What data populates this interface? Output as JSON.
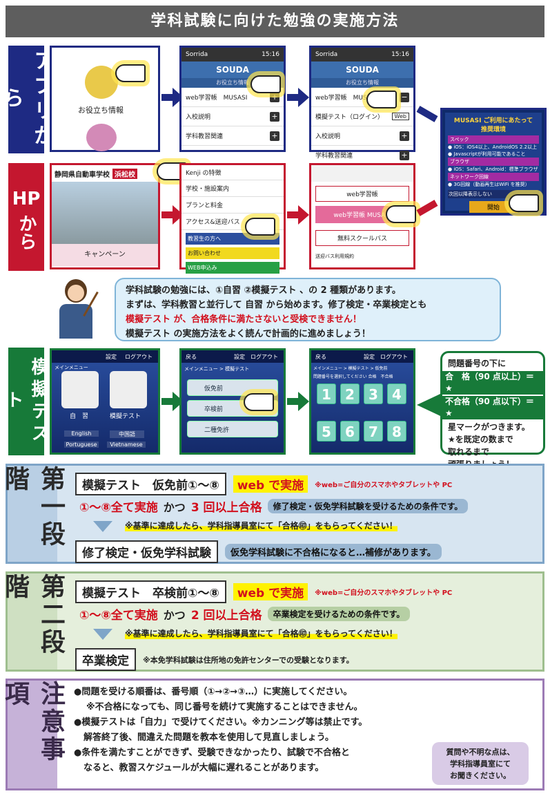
{
  "title": "学科試験に向けた勉強の実施方法",
  "labels": {
    "app": "アプリから",
    "hp_top": "HP",
    "hp_bottom": "から",
    "mogi": "模擬テスト"
  },
  "app_screens": {
    "s1_item": "お役立ち情報",
    "brand": "SOUDA",
    "status_left": "Sorrida",
    "status_time": "15:16",
    "s2_sub": "お役立ち情報",
    "s2_rows": [
      "web学習帳　MUSASI",
      "入校説明",
      "学科教習関連"
    ],
    "s3_rows": [
      "web学習帳　MUSASI",
      "模擬テスト（ログイン）",
      "入校説明",
      "学科教習関連"
    ],
    "s3_web": "Web",
    "musasi_title": "MUSASI ご利用にあたって",
    "musasi_sub": "推奨環境",
    "musasi_spec": "スペック",
    "musasi_spec1": "● iOS：iOS4以上、AndroidOS 2.2以上",
    "musasi_spec2": "● Javascriptが利用可能であること",
    "musasi_browser": "ブラウザ",
    "musasi_browser1": "● iOS：Safari、Android：標準ブラウザ",
    "musasi_net": "ネットワーク回線",
    "musasi_net1": "● 3G回線（動画再生はWiFi を推奨）",
    "musasi_skip": "次回以降表示しない",
    "musasi_start": "開始"
  },
  "hp_screens": {
    "school": "静岡県自動車学校",
    "branch": "浜松校",
    "campaign": "キャンペーン",
    "menu": [
      "Kenji の特徴",
      "学校・施設案内",
      "プランと料金",
      "アクセス&送迎バス"
    ],
    "btn_blue": "教習生の方へ",
    "btn_yellow": "お問い合わせ",
    "btn_green": "WEB申込み",
    "p3_btn1": "web学習帳",
    "p3_btn2": "web学習帳 MUSASI",
    "p3_btn3": "無料スクールバス",
    "p3_footer": "送迎バス利用規約"
  },
  "bubble": {
    "line1": "学科試験の勉強には、①自習 ②模擬テスト 、の 2 種類があります。",
    "line2": "まずは、学科教習と並行して 自習 から始めます。修了検定・卒業検定とも",
    "line3": "模擬テスト が、合格条件に満たさないと受検できません！",
    "line4": "模擬テスト の実施方法をよく読んで計画的に進めましょう！"
  },
  "mogi_screens": {
    "head_a": "設定",
    "head_b": "ログアウト",
    "menu": "メインメニュー",
    "jishu": "自　習",
    "mogi": "模擬テスト",
    "langs": [
      "English",
      "中国語",
      "Portuguese",
      "Vietnamese"
    ],
    "back": "戻る",
    "crumb2": "メインメニュー > 模擬テスト",
    "items": [
      "仮免前",
      "卒検前",
      "二種免許"
    ],
    "crumb3": "メインメニュー > 模擬テスト > 仮免前",
    "instr": "問題番号を選択してください 合格　不合格",
    "nums": [
      "1",
      "2",
      "3",
      "4",
      "5",
      "6",
      "7",
      "8"
    ]
  },
  "note": {
    "line1": "問題番号の下に",
    "pass": "合　格（90 点以上）＝★",
    "fail": "不合格（90 点以下）＝★",
    "line2": "星マークがつきます。",
    "line3": "★を既定の数まで",
    "line4": "取れるまで",
    "line5": "頑張りましょう！"
  },
  "stage1": {
    "label": "第一段階",
    "box1": "模擬テスト　仮免前①〜⑧",
    "web": "web で実施",
    "webnote": "※web=ご自分のスマホやタブレットや PC",
    "cond": "①〜⑧全て実施",
    "katsu": "かつ",
    "cond2": "3 回以上合格",
    "pill": "修了検定・仮免学科試験を受けるための条件です。",
    "hl": "※基準に達成したら、学科指導員室にて「合格㊞」をもらってください！",
    "box2": "修了検定・仮免学科試験",
    "pill2": "仮免学科試験に不合格になると…補修があります。"
  },
  "stage2": {
    "label": "第二段階",
    "box1": "模擬テスト　卒検前①〜⑧",
    "web": "web で実施",
    "webnote": "※web=ご自分のスマホやタブレットや PC",
    "cond": "①〜⑧全て実施",
    "katsu": "かつ",
    "cond2": "2 回以上合格",
    "pill": "卒業検定を受けるための条件です。",
    "hl": "※基準に達成したら、学科指導員室にて「合格㊞」をもらってください！",
    "box2": "卒業検定",
    "note": "※本免学科試験は住所地の免許センターでの受験となります。"
  },
  "stage3": {
    "label": "注意事項",
    "l1": "●問題を受ける順番は、番号順（①→②→③…）に実施してください。",
    "l2": "※不合格になっても、同じ番号を続けて実施することはできません。",
    "l3": "●模擬テストは「自力」で受けてください。※カンニング等は禁止です。",
    "l4": "解答終了後、間違えた問題を教本を使用して見直しましょう。",
    "l5": "●条件を満たすことができず、受験できなかったり、試験で不合格と",
    "l6": "なると、教習スケジュールが大幅に遅れることがあります。",
    "q1": "質問や不明な点は、",
    "q2": "学科指導員室にて",
    "q3": "お聞きください。"
  }
}
